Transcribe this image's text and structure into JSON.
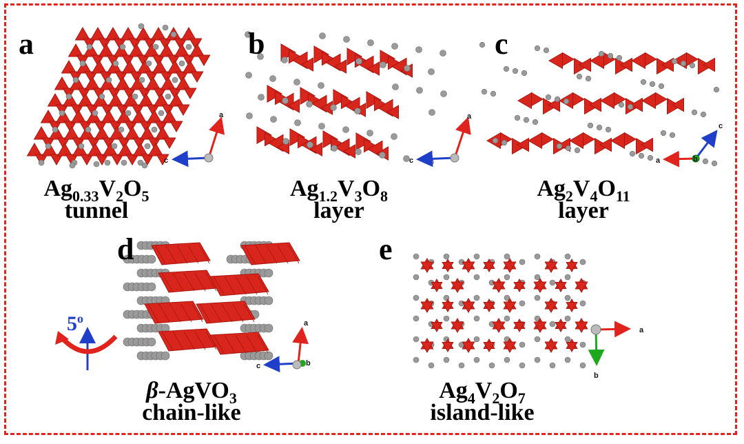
{
  "colors": {
    "frame": "#e0231c",
    "polyhedron": "#d8261c",
    "polyhedron_dark": "#a8160f",
    "atom": "#9a9a9a",
    "axis_a": "#e0231c",
    "axis_b": "#1ea81e",
    "axis_c": "#1f3fc8",
    "rotation_arrow": "#e0231c",
    "rotation_axis": "#1f3fc8"
  },
  "panels": [
    {
      "letter": "a",
      "formula_parts": [
        [
          "Ag",
          ""
        ],
        [
          "0.33",
          "sub"
        ],
        [
          "V",
          ""
        ],
        [
          "2",
          "sub"
        ],
        [
          "O",
          ""
        ],
        [
          "5",
          "sub"
        ]
      ],
      "type": "tunnel",
      "axes": [
        "c",
        "a"
      ]
    },
    {
      "letter": "b",
      "formula_parts": [
        [
          "Ag",
          ""
        ],
        [
          "1.2",
          "sub"
        ],
        [
          "V",
          ""
        ],
        [
          "3",
          "sub"
        ],
        [
          "O",
          ""
        ],
        [
          "8",
          "sub"
        ]
      ],
      "type": "layer",
      "axes": [
        "c",
        "a"
      ]
    },
    {
      "letter": "c",
      "formula_parts": [
        [
          "Ag",
          ""
        ],
        [
          "2",
          "sub"
        ],
        [
          "V",
          ""
        ],
        [
          "4",
          "sub"
        ],
        [
          "O",
          ""
        ],
        [
          "11",
          "sub"
        ]
      ],
      "type": "layer",
      "axes": [
        "a",
        "c",
        "b"
      ]
    },
    {
      "letter": "d",
      "formula_parts": [
        [
          "β",
          "italic"
        ],
        [
          "-AgVO",
          ""
        ],
        [
          "3",
          "sub"
        ]
      ],
      "type": "chain-like",
      "axes": [
        "c",
        "a",
        "b"
      ]
    },
    {
      "letter": "e",
      "formula_parts": [
        [
          "Ag",
          ""
        ],
        [
          "4",
          "sub"
        ],
        [
          "V",
          ""
        ],
        [
          "2",
          "sub"
        ],
        [
          "O",
          ""
        ],
        [
          "7",
          "sub"
        ]
      ],
      "type": "island-like",
      "axes": [
        "a",
        "b"
      ]
    }
  ],
  "rotation": {
    "label": "5",
    "unit": "o"
  }
}
